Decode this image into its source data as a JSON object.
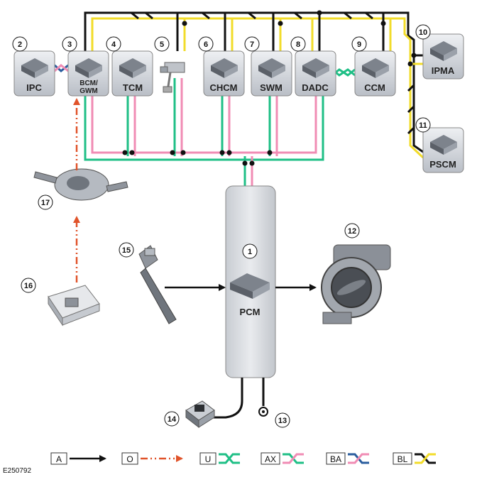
{
  "modules": {
    "ipc": {
      "number": "2",
      "label": "IPC"
    },
    "bcm": {
      "number": "3",
      "label_line1": "BCM/",
      "label_line2": "GWM"
    },
    "tcm": {
      "number": "4",
      "label": "TCM"
    },
    "chcm": {
      "number": "6",
      "label": "CHCM"
    },
    "swm": {
      "number": "7",
      "label": "SWM"
    },
    "dadc": {
      "number": "8",
      "label": "DADC"
    },
    "ccm": {
      "number": "9",
      "label": "CCM"
    },
    "ipma": {
      "number": "10",
      "label": "IPMA"
    },
    "pscm": {
      "number": "11",
      "label": "PSCM"
    },
    "pcm": {
      "number": "1",
      "label": "PCM"
    }
  },
  "components": {
    "brake_switch": {
      "number": "5"
    },
    "throttle_body": {
      "number": "12"
    },
    "ground": {
      "number": "13"
    },
    "fuse": {
      "number": "14"
    },
    "accelerator_pedal": {
      "number": "15"
    },
    "start_button": {
      "number": "16"
    },
    "clockspring": {
      "number": "17"
    }
  },
  "legend": [
    {
      "code": "A"
    },
    {
      "code": "O"
    },
    {
      "code": "U"
    },
    {
      "code": "AX"
    },
    {
      "code": "BA"
    },
    {
      "code": "BL"
    }
  ],
  "colors": {
    "can_green": "#1fbf86",
    "can_pink": "#f08cb4",
    "can_yellow": "#f2dc2a",
    "can_black": "#111111",
    "can_blue": "#2a5d9e",
    "arrow_orange": "#e0532a",
    "module_fill": "#cfd3d9"
  },
  "reference": "E250792"
}
